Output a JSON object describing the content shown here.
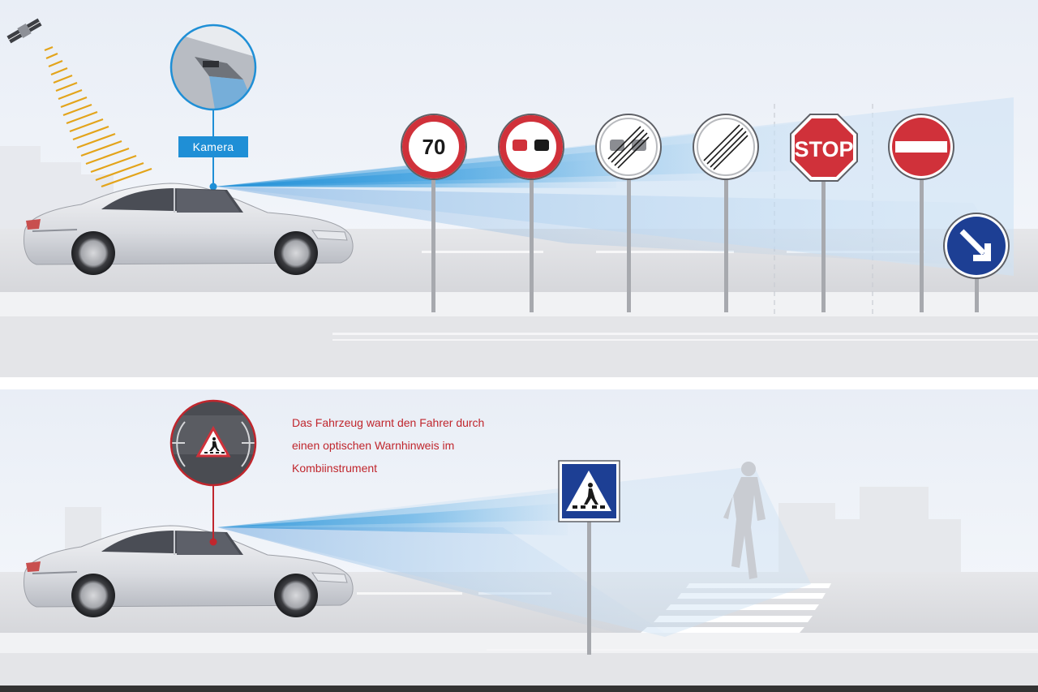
{
  "camera_label": "Kamera",
  "warning_text": {
    "line1": "Das Fahrzeug warnt den Fahrer durch",
    "line2": "einen optischen Warnhinweis im",
    "line3": "Kombiinstrument"
  },
  "signs": {
    "speed_limit": "70",
    "stop": "STOP"
  },
  "colors": {
    "accent_blue": "#1f8fd6",
    "warning_red": "#c0262d",
    "sign_red": "#d0313a",
    "sign_blue": "#1d3f94",
    "satellite_signal": "#e3a41a"
  },
  "icons": [
    "satellite-icon",
    "camera-detail",
    "car",
    "speed-limit-sign",
    "no-overtaking-sign",
    "end-no-overtaking-sign",
    "end-of-restrictions-sign",
    "stop-sign",
    "no-entry-sign",
    "keep-right-sign",
    "pedestrian-crossing-sign",
    "pedestrian-figure",
    "zebra-crossing",
    "instrument-cluster-warning"
  ]
}
